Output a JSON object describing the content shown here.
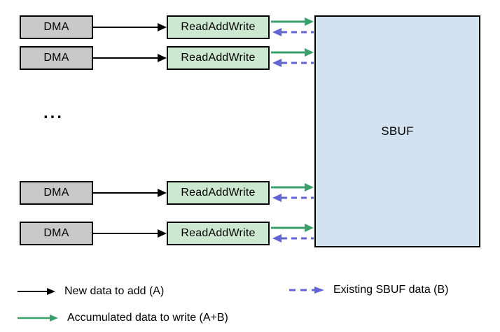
{
  "diagram": {
    "dma_label": "DMA",
    "raw_label": "ReadAddWrite",
    "sbuf_label": "SBUF",
    "ellipsis": "..."
  },
  "legend": {
    "new_data_label": "New data to add (A)",
    "accumulated_label": "Accumulated data to write (A+B)",
    "existing_label": "Existing SBUF data (B)"
  },
  "colors": {
    "dma_fill": "#c9c9c9",
    "raw_fill": "#cde8d0",
    "sbuf_fill": "#d3e2f0",
    "black_arrow": "#000000",
    "green_arrow": "#3aa06b",
    "blue_arrow": "#6064d6"
  }
}
